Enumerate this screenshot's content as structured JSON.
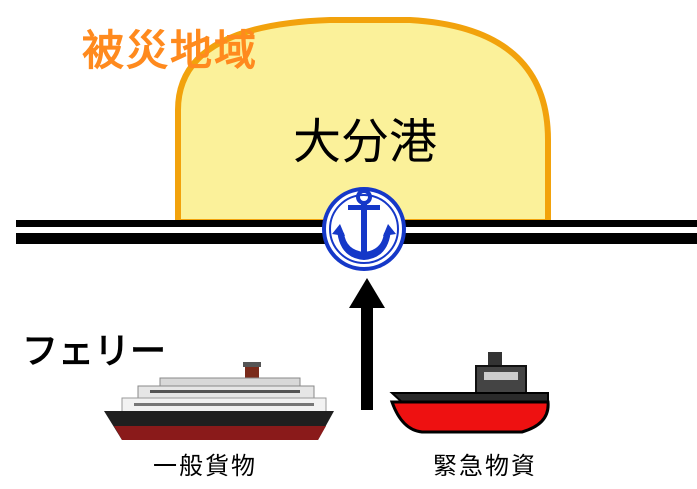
{
  "diagram": {
    "region_label": "被災地域",
    "port_label": "大分港",
    "ferry_label": "フェリー",
    "general_cargo_label": "一般貨物",
    "emergency_supplies_label": "緊急物資",
    "colors": {
      "region_fill": "#fbf19a",
      "region_border": "#f2a20c",
      "region_label": "#ff8a1e",
      "anchor_blue": "#1538c8",
      "boat_hull_red": "#ee1111"
    },
    "icons": [
      "anchor-icon",
      "ferry-ship-icon",
      "relief-boat-icon",
      "up-arrow-icon"
    ]
  }
}
